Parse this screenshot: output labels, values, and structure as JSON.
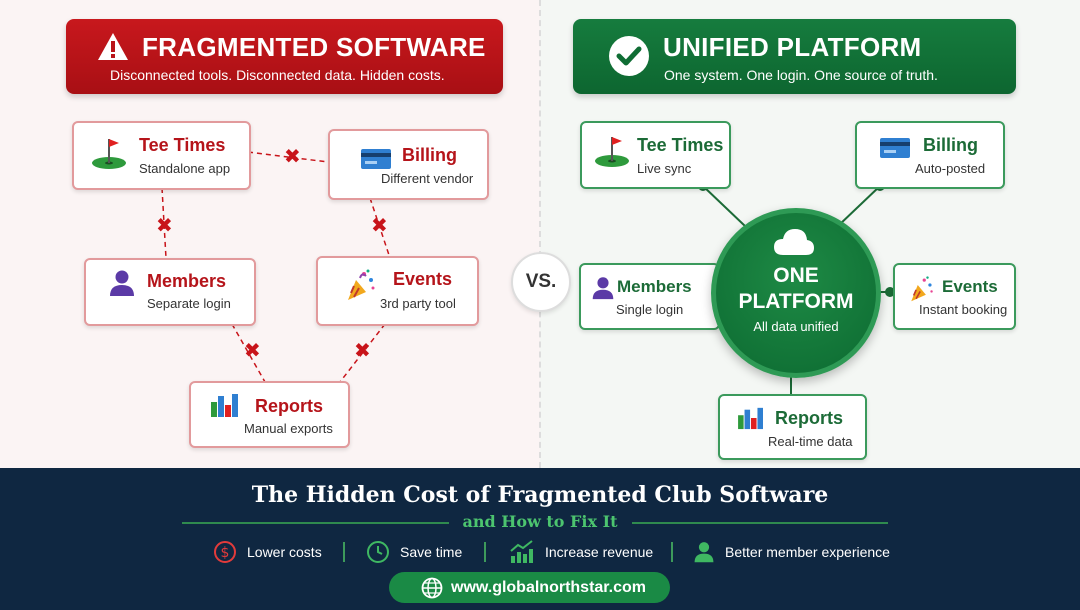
{
  "left_banner": {
    "title": "FRAGMENTED SOFTWARE",
    "subtitle": "Disconnected tools. Disconnected data. Hidden costs.",
    "icon": "warning-triangle-icon",
    "color": "#b91419"
  },
  "right_banner": {
    "title": "UNIFIED PLATFORM",
    "subtitle": "One system. One login. One source of truth.",
    "icon": "check-circle-icon",
    "color": "#0f6d34"
  },
  "fragmented": {
    "tee_times": {
      "title": "Tee Times",
      "sub": "Standalone app",
      "icon": "golf-flag-icon"
    },
    "billing": {
      "title": "Billing",
      "sub": "Different vendor",
      "icon": "credit-card-icon"
    },
    "members": {
      "title": "Members",
      "sub": "Separate login",
      "icon": "person-icon"
    },
    "events": {
      "title": "Events",
      "sub": "3rd party tool",
      "icon": "party-popper-icon"
    },
    "reports": {
      "title": "Reports",
      "sub": "Manual exports",
      "icon": "bar-chart-icon"
    }
  },
  "vs_label": "VS.",
  "unified": {
    "tee_times": {
      "title": "Tee Times",
      "sub": "Live sync",
      "icon": "golf-flag-icon"
    },
    "billing": {
      "title": "Billing",
      "sub": "Auto-posted",
      "icon": "credit-card-icon"
    },
    "members": {
      "title": "Members",
      "sub": "Single login",
      "icon": "person-icon"
    },
    "events": {
      "title": "Events",
      "sub": "Instant booking",
      "icon": "party-popper-icon"
    },
    "reports": {
      "title": "Reports",
      "sub": "Real-time data",
      "icon": "bar-chart-icon"
    }
  },
  "hub": {
    "line1": "ONE",
    "line2": "PLATFORM",
    "sub": "All data unified",
    "icon": "cloud-icon"
  },
  "footer": {
    "title": "The Hidden Cost of Fragmented Club Software",
    "subtitle": "and How to Fix It",
    "benefits": [
      {
        "label": "Lower costs",
        "icon": "dollar-circle-icon"
      },
      {
        "label": "Save time",
        "icon": "clock-icon"
      },
      {
        "label": "Increase revenue",
        "icon": "growth-chart-icon"
      },
      {
        "label": "Better member experience",
        "icon": "person-icon"
      }
    ],
    "url": "www.globalnorthstar.com",
    "url_icon": "globe-icon"
  }
}
